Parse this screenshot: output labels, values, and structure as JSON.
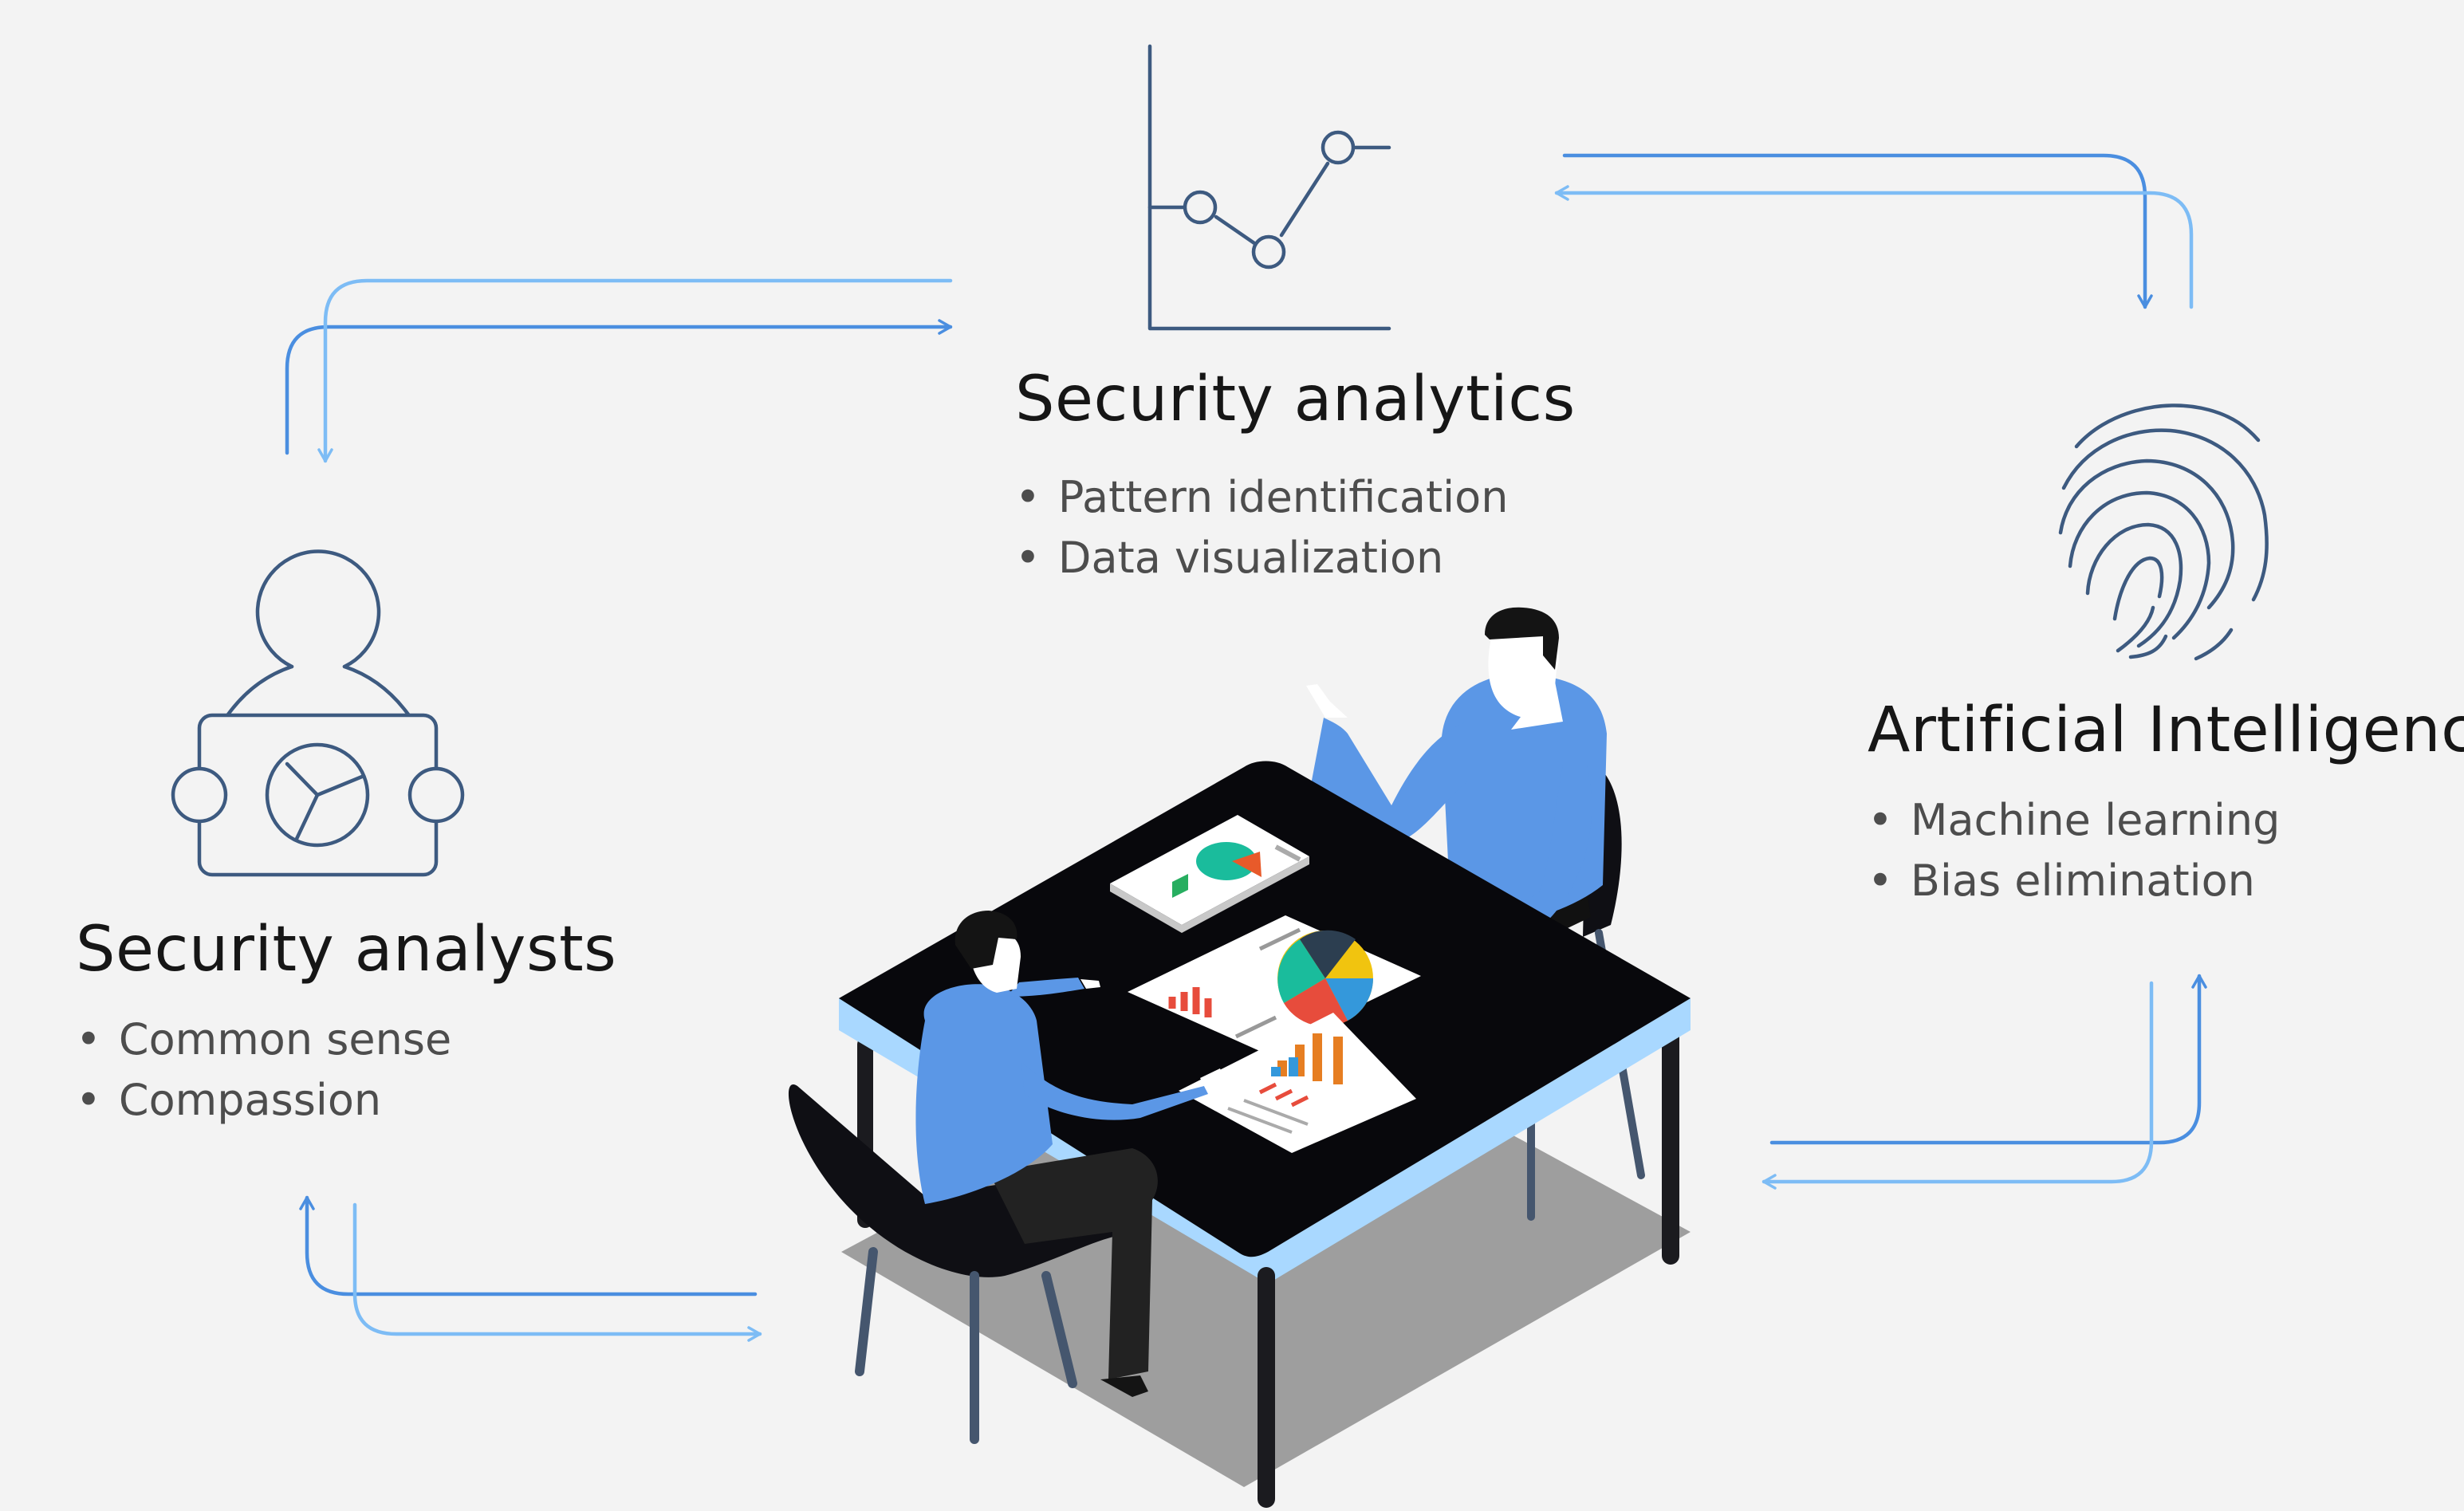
{
  "nodes": {
    "analytics": {
      "title": "Security analytics",
      "items": [
        "Pattern identification",
        "Data visualization"
      ],
      "icon": "line-chart-icon"
    },
    "ai": {
      "title": "Artificial Intelligence",
      "items": [
        "Machine learning",
        "Bias elimination"
      ],
      "icon": "fingerprint-icon"
    },
    "analysts": {
      "title": "Security analysts",
      "items": [
        "Common sense",
        "Compassion"
      ],
      "icon": "analyst-icon"
    }
  },
  "illustration": "two-people-at-table-with-reports",
  "colors": {
    "background": "#f3f3f3",
    "arrow_dark": "#4a8ee0",
    "arrow_light": "#7dbcf5",
    "icon_stroke": "#3d5a80",
    "text_primary": "#161616",
    "text_secondary": "#4d4d4d",
    "shirt": "#5b97e6",
    "table_top": "#08080c",
    "table_edge": "#a9d8ff"
  }
}
